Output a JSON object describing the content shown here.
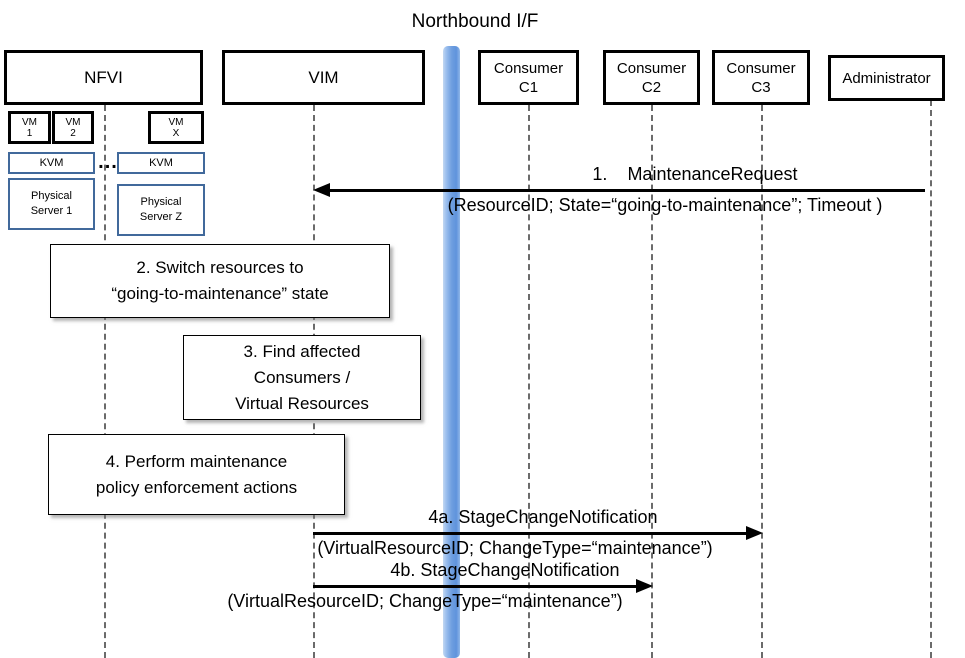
{
  "diagram": {
    "title": "Northbound I/F",
    "type": "uml-sequence-diagram"
  },
  "colors": {
    "northbound_bar": "#6f9fe0",
    "actor_border": "#000000",
    "infra_border": "#41699b",
    "lifeline": "#6b6b6b",
    "arrow": "#000000",
    "background": "#ffffff"
  },
  "actors": [
    {
      "id": "nfvi",
      "label": "NFVI",
      "line2": ""
    },
    {
      "id": "vim",
      "label": "VIM",
      "line2": ""
    },
    {
      "id": "c1",
      "label": "Consumer",
      "line2": "C1"
    },
    {
      "id": "c2",
      "label": "Consumer",
      "line2": "C2"
    },
    {
      "id": "c3",
      "label": "Consumer",
      "line2": "C3"
    },
    {
      "id": "admin",
      "label": "Administrator",
      "line2": ""
    }
  ],
  "infrastructure": {
    "vms": [
      {
        "line1": "VM",
        "line2": "1"
      },
      {
        "line1": "VM",
        "line2": "2"
      },
      {
        "line1": "VM",
        "line2": "X"
      }
    ],
    "hypervisors": [
      {
        "label": "KVM"
      },
      {
        "label": "KVM"
      }
    ],
    "servers": [
      {
        "line1": "Physical",
        "line2": "Server 1"
      },
      {
        "line1": "Physical",
        "line2": "Server Z"
      }
    ],
    "ellipsis": "..."
  },
  "steps": [
    {
      "id": "step2",
      "line1": "2. Switch resources to",
      "line2": "“going-to-maintenance” state"
    },
    {
      "id": "step3",
      "line1": "3. Find affected",
      "line2": "Consumers /",
      "line3": "Virtual Resources"
    },
    {
      "id": "step4",
      "line1": "4. Perform maintenance",
      "line2": "policy enforcement actions"
    }
  ],
  "messages": [
    {
      "id": "msg1",
      "number": "1.",
      "name": "MaintenanceRequest",
      "title": "1.    MaintenanceRequest",
      "params": "(ResourceID; State=“going-to-maintenance”; Timeout )",
      "from": "admin",
      "to": "vim",
      "direction": "left"
    },
    {
      "id": "msg4a",
      "number": "4a.",
      "name": "StageChangeNotification",
      "title": "4a. StageChangeNotification",
      "params": "(VirtualResourceID; ChangeType=“maintenance”)",
      "from": "vim",
      "to": "c3",
      "direction": "right"
    },
    {
      "id": "msg4b",
      "number": "4b.",
      "name": "StageChangeNotification",
      "title": "4b. StageChangeNotification",
      "params": "(VirtualResourceID; ChangeType=“maintenance”)",
      "from": "vim",
      "to": "c2",
      "direction": "right"
    }
  ]
}
